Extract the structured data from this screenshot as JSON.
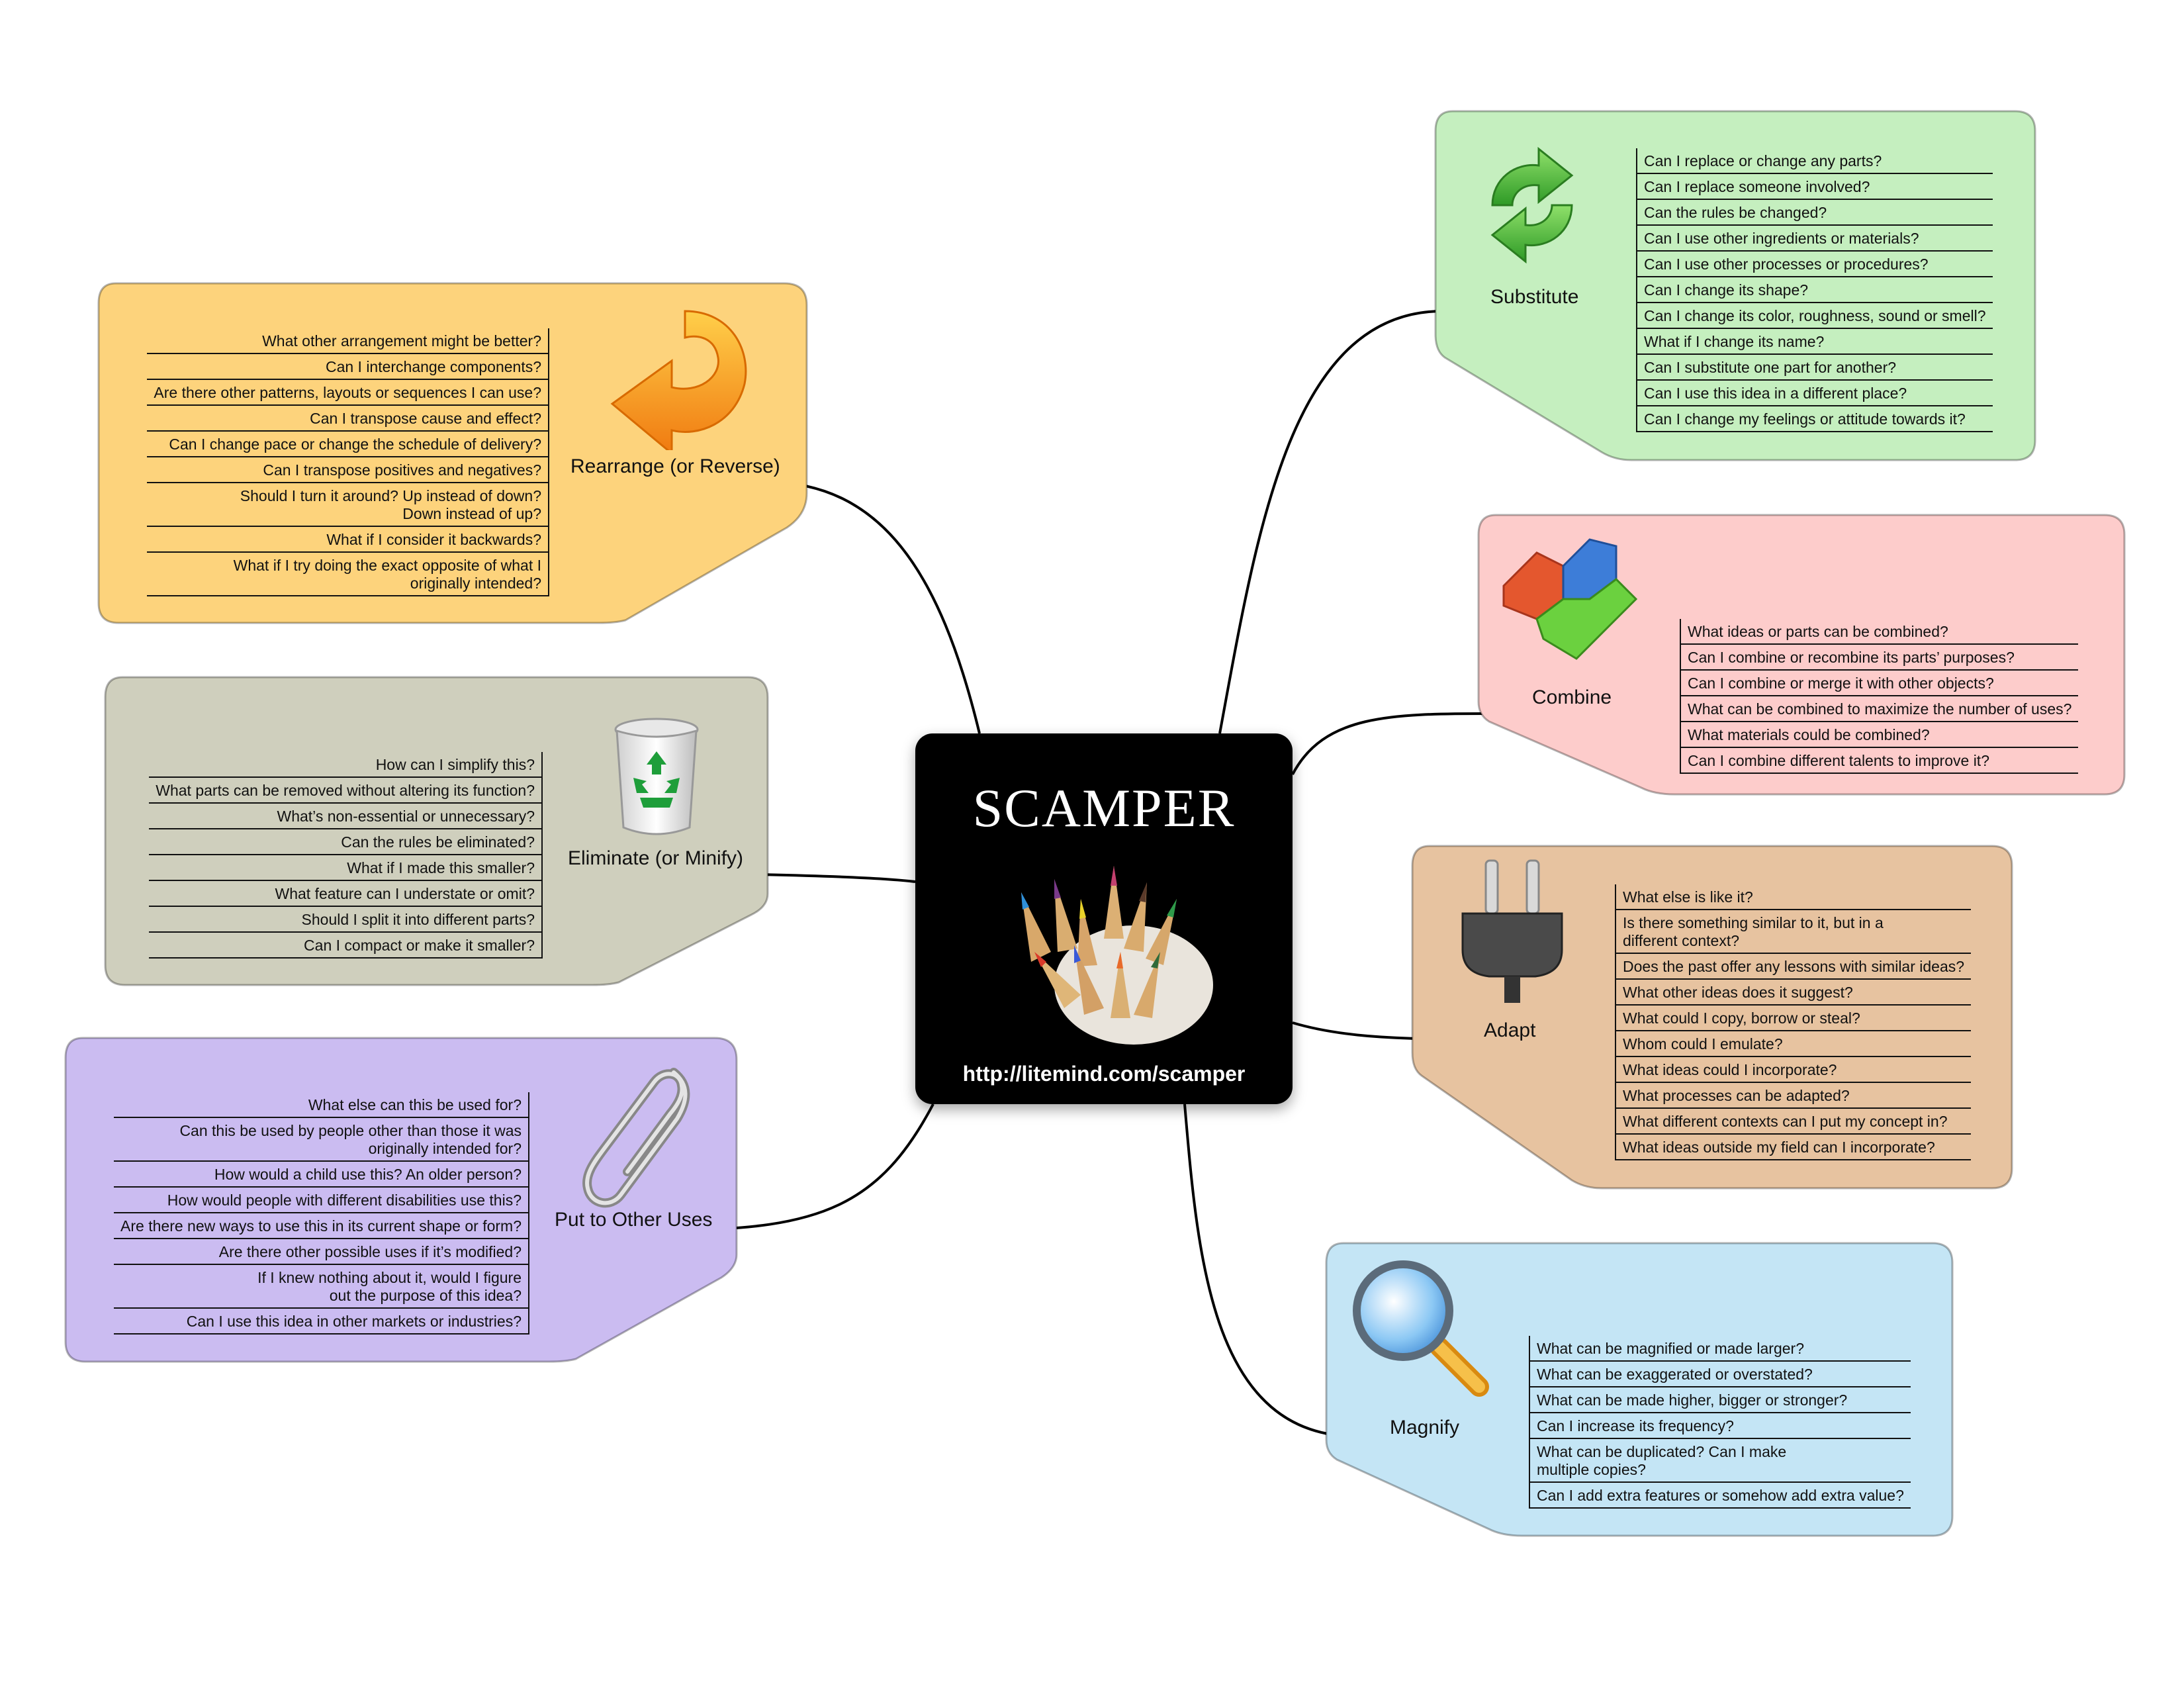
{
  "center": {
    "title": "SCAMPER",
    "url": "http://litemind.com/scamper"
  },
  "branches": {
    "rearrange": {
      "label": "Rearrange (or Reverse)",
      "color": "#fdd37c",
      "icon": "reverse-arrow-icon",
      "items": [
        "What other arrangement might be better?",
        "Can I interchange components?",
        "Are there other patterns, layouts or sequences I can use?",
        "Can I transpose cause and effect?",
        "Can I change pace or change the schedule of delivery?",
        "Can I transpose positives and negatives?",
        [
          "Should I turn it around? Up instead of down?",
          "Down instead of up?"
        ],
        "What if I consider it backwards?",
        [
          "What if I try doing the exact opposite of what I",
          "originally intended?"
        ]
      ]
    },
    "eliminate": {
      "label": "Eliminate (or Minify)",
      "color": "#cfcfbd",
      "icon": "recycle-bin-icon",
      "items": [
        "How can I simplify this?",
        "What parts can be removed without altering its function?",
        "What’s non-essential or unnecessary?",
        "Can the rules be eliminated?",
        "What if I made this smaller?",
        "What feature can I understate or omit?",
        "Should I split it into different parts?",
        "Can I compact or make it smaller?"
      ]
    },
    "put_to_other_uses": {
      "label": "Put to Other Uses",
      "color": "#cbbcf1",
      "icon": "paperclip-icon",
      "items": [
        "What else can this be used for?",
        [
          "Can this be used by people other than those it was",
          "originally intended for?"
        ],
        "How would a child use this? An older person?",
        "How would people with different disabilities use this?",
        "Are there new ways to use this in its current shape or form?",
        "Are there other possible uses if it’s modified?",
        [
          "If I knew nothing about it, would I figure",
          "out the purpose of this idea?"
        ],
        "Can I use this idea in other markets or industries?"
      ]
    },
    "substitute": {
      "label": "Substitute",
      "color": "#c5efbf",
      "icon": "refresh-arrows-icon",
      "items": [
        "Can I replace or change any parts?",
        "Can I replace someone involved?",
        "Can the rules be changed?",
        "Can I use other ingredients or materials?",
        "Can I use other processes or procedures?",
        "Can I change its shape?",
        "Can I change its color, roughness, sound or smell?",
        "What if I change its name?",
        "Can I substitute one part for another?",
        "Can I use this idea in a different place?",
        "Can I change my feelings or attitude towards it?"
      ]
    },
    "combine": {
      "label": "Combine",
      "color": "#fdcccb",
      "icon": "puzzle-blocks-icon",
      "items": [
        "What ideas or parts can be combined?",
        "Can I combine or recombine its parts’ purposes?",
        "Can I combine or merge it with other objects?",
        "What can be combined to maximize the number of uses?",
        "What materials could be combined?",
        "Can I combine different talents to improve it?"
      ]
    },
    "adapt": {
      "label": "Adapt",
      "color": "#e7c3a0",
      "icon": "power-plug-icon",
      "items": [
        "What else is like it?",
        [
          "Is there something similar to it, but in a",
          "different context?"
        ],
        "Does the past offer any lessons with similar ideas?",
        "What other ideas does it suggest?",
        "What could I copy, borrow or steal?",
        "Whom could I emulate?",
        "What ideas could I incorporate?",
        "What processes can be adapted?",
        "What different contexts can I put my concept in?",
        "What ideas outside my field can I incorporate?"
      ]
    },
    "magnify": {
      "label": "Magnify",
      "color": "#c4e5f5",
      "icon": "magnifier-icon",
      "items": [
        "What can be magnified or made larger?",
        "What can be exaggerated or overstated?",
        "What can be made higher, bigger or stronger?",
        "Can I increase its frequency?",
        [
          "What can be duplicated? Can I make",
          "multiple copies?"
        ],
        "Can I add extra features or somehow add extra value?"
      ]
    }
  }
}
